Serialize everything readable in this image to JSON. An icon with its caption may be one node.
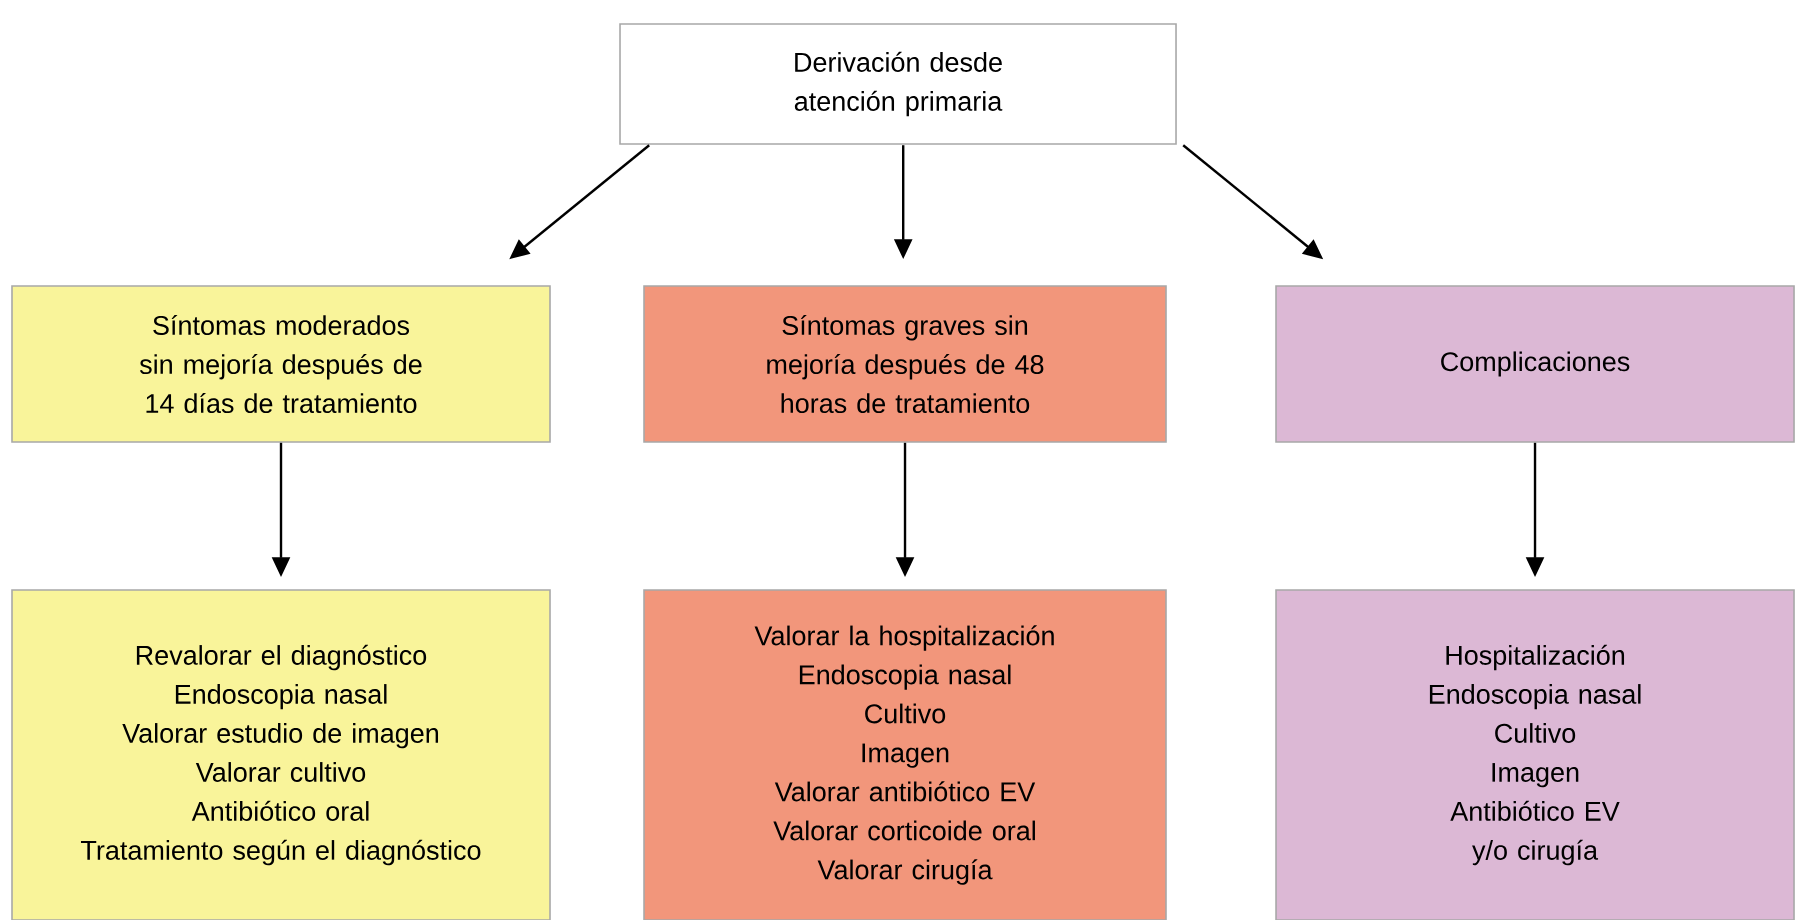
{
  "diagram": {
    "nodes": [
      {
        "text": [
          "Derivación desde atención primaria"
        ]
      },
      {
        "text": [
          "Síntomas moderados sin mejoría después de 14 días de tratamiento"
        ]
      },
      {
        "text": [
          "Síntomas graves sin mejoría después de 48 horas de tratamiento"
        ]
      },
      {
        "text": [
          "Complicaciones"
        ]
      },
      {
        "text": [
          "Revalorar el diagnóstico",
          "Endoscopia nasal",
          "Valorar estudio de imagen",
          "Valorar cultivo",
          "Antibiótico oral",
          "Tratamiento según el diagnóstico"
        ]
      },
      {
        "text": [
          "Valorar la hospitalización",
          "Endoscopia nasal",
          "Cultivo",
          "Imagen",
          "Valorar antibiótico EV",
          "Valorar corticoide oral",
          "Valorar cirugía"
        ]
      },
      {
        "text": [
          "Hospitalización",
          "Endoscopia nasal",
          "Cultivo",
          "Imagen",
          "Antibiótico EV",
          "y/o cirugía"
        ]
      }
    ],
    "edges": [
      {
        "from": 0,
        "to": 1,
        "arrow": "to"
      },
      {
        "from": 0,
        "to": 2,
        "arrow": "to"
      },
      {
        "from": 0,
        "to": 3,
        "arrow": "to"
      },
      {
        "from": 1,
        "to": 4,
        "arrow": "to"
      },
      {
        "from": 2,
        "to": 5,
        "arrow": "to"
      },
      {
        "from": 3,
        "to": 6,
        "arrow": "to"
      }
    ]
  }
}
